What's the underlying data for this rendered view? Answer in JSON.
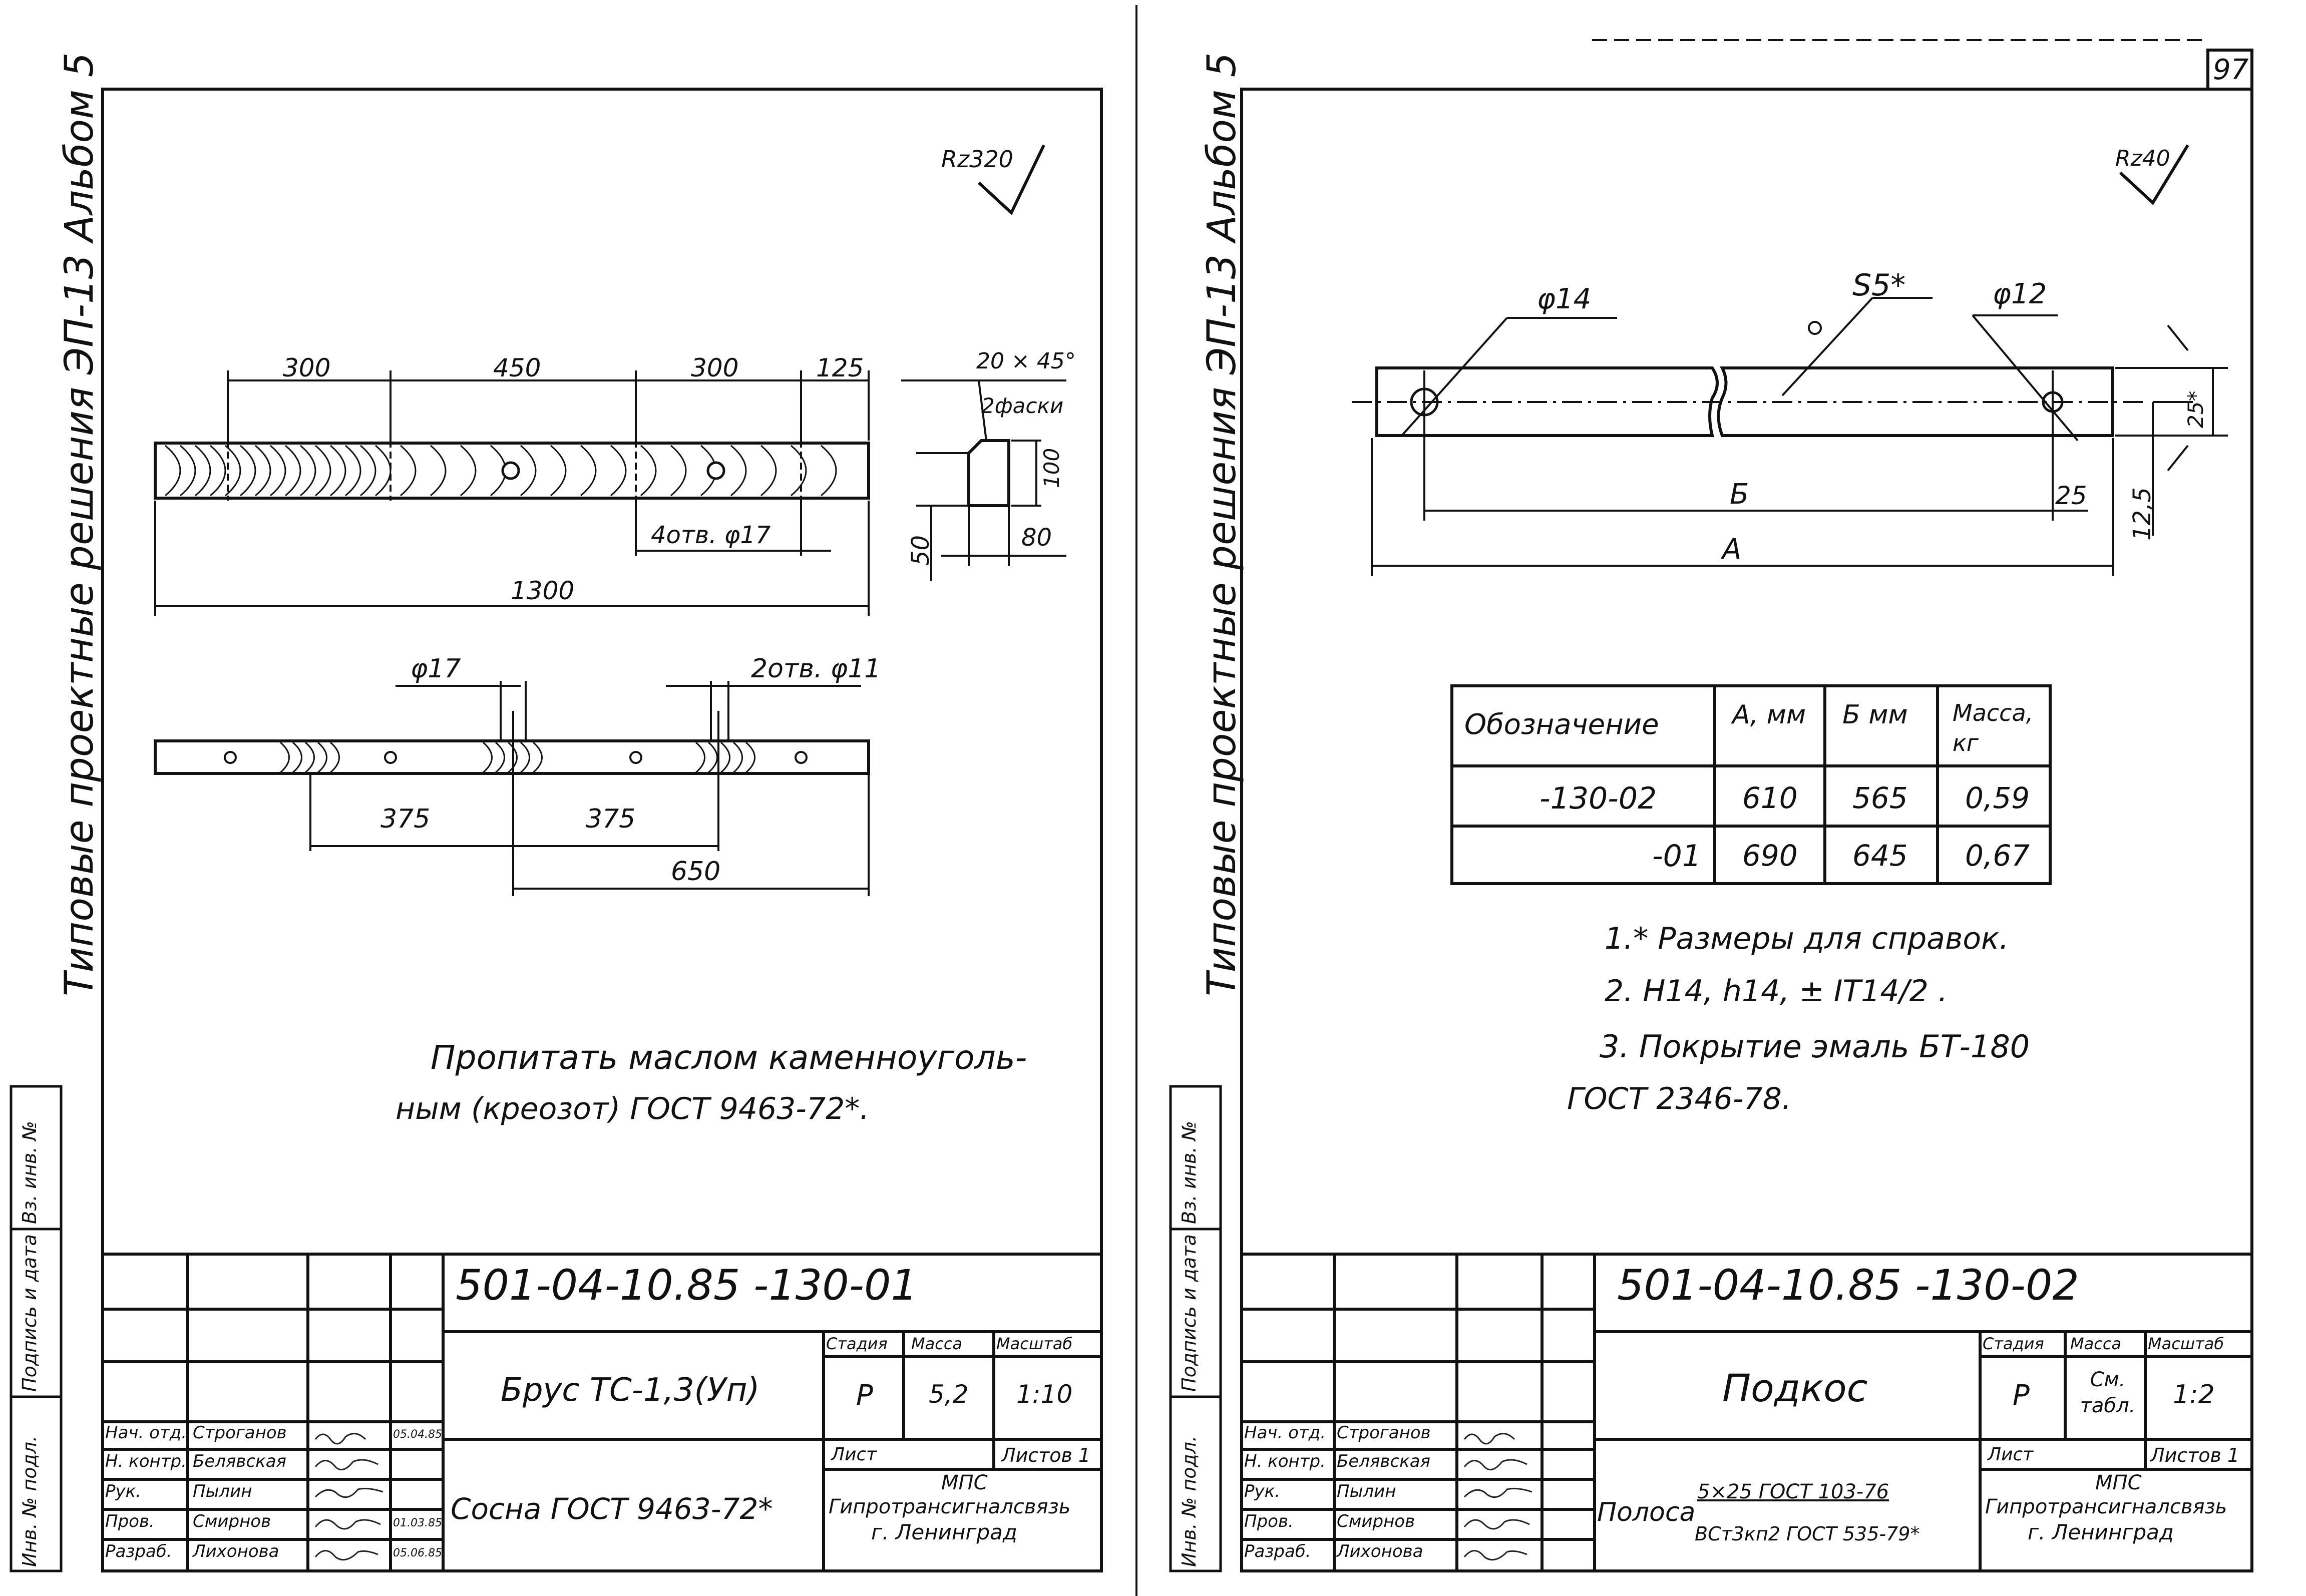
{
  "page_number": "97",
  "album_label": "Типовые проектные решения ЭП-13 Альбом 5",
  "stamp_side_labels": [
    "Инв. № подл.",
    "Подпись и дата",
    "Вз. инв. №"
  ],
  "left_sheet": {
    "roughness": "Rz320",
    "dim_top": [
      "300",
      "450",
      "300",
      "125"
    ],
    "chamfer": "20 × 45°",
    "chamfer_note": "2фаски",
    "dim_100": "100",
    "dim_50": "50",
    "dim_80": "80",
    "holes_note": "4отв. φ17",
    "dim_total": "1300",
    "dim_phi17": "φ17",
    "holes2_note": "2отв. φ11",
    "dim_375a": "375",
    "dim_375b": "375",
    "dim_650": "650",
    "note_line1": "Пропитать маслом каменноуголь-",
    "note_line2": "ным (креозот) ГОСТ 9463-72*.",
    "designation": "501-04-10.85 -130-01",
    "title": "Брус ТС-1,3(Уп)",
    "material": "Сосна ГОСТ 9463-72*",
    "stage_header": "Стадия",
    "mass_header": "Масса",
    "scale_header": "Масштаб",
    "stage": "Р",
    "mass": "5,2",
    "scale": "1:10",
    "sheet_label": "Лист",
    "sheets_label": "Листов 1",
    "org1": "МПС",
    "org2": "Гипротрансигналсвязь",
    "org3": "г. Ленинград",
    "roles": [
      "Нач. отд.",
      "Н. контр.",
      "Рук.",
      "Пров.",
      "Разраб."
    ],
    "names": [
      "Строганов",
      "Белявская",
      "Пылин",
      "Смирнов",
      "Лихонова"
    ],
    "dates": [
      "05.04.85",
      "",
      "",
      "01.03.85",
      "05.06.85"
    ]
  },
  "right_sheet": {
    "roughness": "Rz40",
    "dim_phi14": "φ14",
    "dim_s5": "S5*",
    "dim_phi12": "φ12",
    "dim_25w": "25*",
    "dim_12_5": "12,5",
    "dim_25": "25",
    "dim_B": "Б",
    "dim_A": "А",
    "table_headers": [
      "Обозначение",
      "А, мм",
      "Б мм",
      "Масса, кг"
    ],
    "table_rows": [
      [
        "-130-02",
        "610",
        "565",
        "0,59"
      ],
      [
        "-01",
        "690",
        "645",
        "0,67"
      ]
    ],
    "note1": "1.* Размеры для справок.",
    "note2": "2. Н14, h14, ± IT14/2 .",
    "note3": "3. Покрытие эмаль БТ-180",
    "note4": "ГОСТ 2346-78.",
    "designation": "501-04-10.85 -130-02",
    "title": "Подкос",
    "material_prefix": "Полоса",
    "material_top": "5×25 ГОСТ 103-76",
    "material_bottom": "ВСт3кп2 ГОСТ 535-79*",
    "stage": "Р",
    "mass": "См. табл.",
    "scale": "1:2"
  }
}
